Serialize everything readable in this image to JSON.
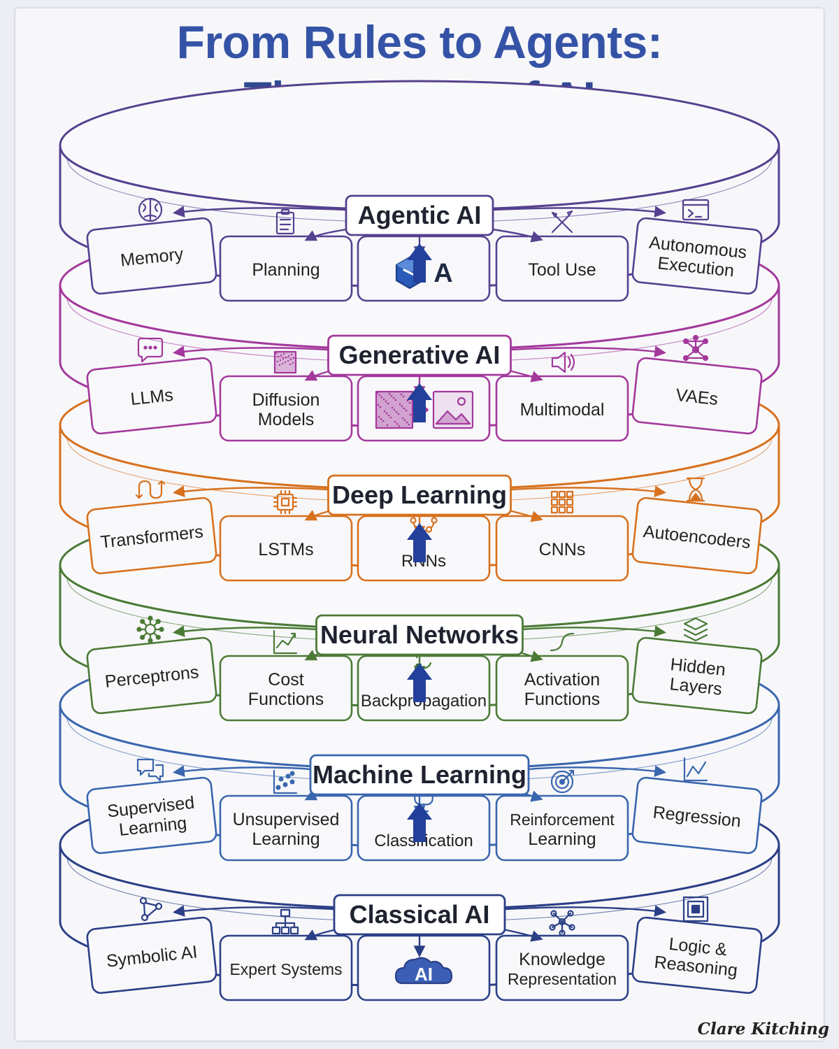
{
  "title": {
    "line1": "From Rules to Agents:",
    "line2": "The Layers of AI"
  },
  "signature": "Clare Kitching",
  "layers": [
    {
      "name": "Agentic AI",
      "color": "#55418f",
      "centerIcon": "agent-logo-icon",
      "centerLetter": "A",
      "items": [
        {
          "label": [
            "Memory"
          ],
          "icon": "brain-icon"
        },
        {
          "label": [
            "Planning"
          ],
          "icon": "clipboard-icon"
        },
        {
          "label": [
            "Tool Use"
          ],
          "icon": "tools-icon"
        },
        {
          "label": [
            "Autonomous",
            "Execution"
          ],
          "icon": "terminal-icon"
        }
      ]
    },
    {
      "name": "Generative AI",
      "color": "#a3399c",
      "centerIcon": "noise-to-image-icon",
      "centerLetter": "",
      "items": [
        {
          "label": [
            "LLMs"
          ],
          "icon": "chat-bubble-icon"
        },
        {
          "label": [
            "Diffusion",
            "Models"
          ],
          "icon": "noise-pattern-icon"
        },
        {
          "label": [
            "Multimodal"
          ],
          "icon": "speaker-icon"
        },
        {
          "label": [
            "VAEs"
          ],
          "icon": "network-node-icon"
        }
      ]
    },
    {
      "name": "Deep Learning",
      "color": "#d7711e",
      "centerIcon": "rnn-loop-icon",
      "centerLetter": "",
      "items": [
        {
          "label": [
            "Transformers"
          ],
          "icon": "transform-icon"
        },
        {
          "label": [
            "LSTMs"
          ],
          "icon": "chip-icon"
        },
        {
          "label": [
            "CNNs"
          ],
          "icon": "grid-icon"
        },
        {
          "label": [
            "Autoencoders"
          ],
          "icon": "hourglass-icon"
        }
      ]
    },
    {
      "name": "Neural Networks",
      "color": "#4b7a36",
      "centerIcon": "backprop-cycle-icon",
      "centerLetter": "",
      "items": [
        {
          "label": [
            "Perceptrons"
          ],
          "icon": "perceptron-icon"
        },
        {
          "label": [
            "Cost",
            "Functions"
          ],
          "icon": "line-chart-icon"
        },
        {
          "label": [
            "Activation",
            "Functions"
          ],
          "icon": "sigmoid-icon"
        },
        {
          "label": [
            "Hidden",
            "Layers"
          ],
          "icon": "layers-icon"
        }
      ]
    },
    {
      "name": "Machine Learning",
      "color": "#3a66ad",
      "centerIcon": "tree-icon",
      "centerLetter": "",
      "items": [
        {
          "label": [
            "Supervised",
            "Learning"
          ],
          "icon": "chat-bubbles-icon"
        },
        {
          "label": [
            "Unsupervised",
            "Learning"
          ],
          "icon": "scatter-icon"
        },
        {
          "label": [
            "Reinforcement",
            "Learning"
          ],
          "icon": "target-icon"
        },
        {
          "label": [
            "Regression"
          ],
          "icon": "trend-chart-icon"
        }
      ]
    },
    {
      "name": "Classical AI",
      "color": "#2b3f86",
      "centerIcon": "ai-cloud-icon",
      "centerLetter": "AI",
      "items": [
        {
          "label": [
            "Symbolic AI"
          ],
          "icon": "graph-nodes-icon"
        },
        {
          "label": [
            "Expert Systems"
          ],
          "icon": "hierarchy-icon"
        },
        {
          "label": [
            "Knowledge",
            "Representation"
          ],
          "icon": "knowledge-network-icon"
        },
        {
          "label": [
            "Logic &",
            "Reasoning"
          ],
          "icon": "maze-icon"
        }
      ]
    }
  ],
  "centerLabels": [
    "",
    "",
    "RNNs",
    "Backpropagation",
    "Classification",
    ""
  ]
}
